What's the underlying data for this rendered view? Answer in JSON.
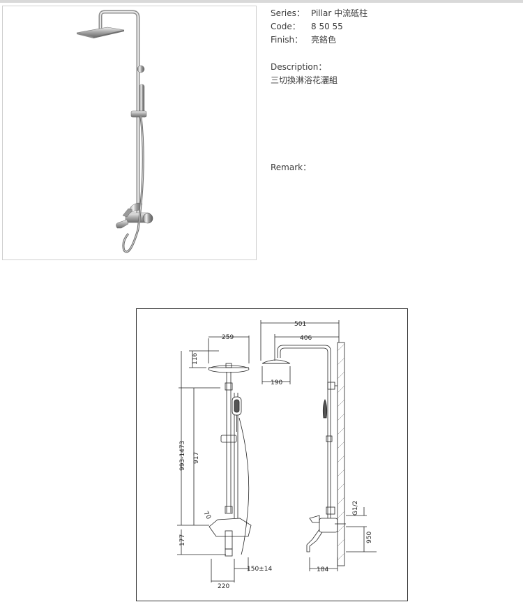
{
  "product": {
    "series_label": "Series：",
    "series_value": "Pillar 中流砥柱",
    "code_label": "Code：",
    "code_value": "8 50 55",
    "finish_label": "Finish：",
    "finish_value": "亮鉻色",
    "description_label": "Description：",
    "description_value": "三切換淋浴花灑組",
    "remark_label": "Remark："
  },
  "drawing": {
    "dims": {
      "d259": "259",
      "d116": "116",
      "d993": "993-1473",
      "d917": "917",
      "d70": "70",
      "d177": "177",
      "d150": "150±14",
      "d220": "220",
      "d501": "501",
      "d406": "406",
      "d190": "190",
      "dG": "G1/2",
      "d950": "950",
      "d184": "184"
    }
  }
}
